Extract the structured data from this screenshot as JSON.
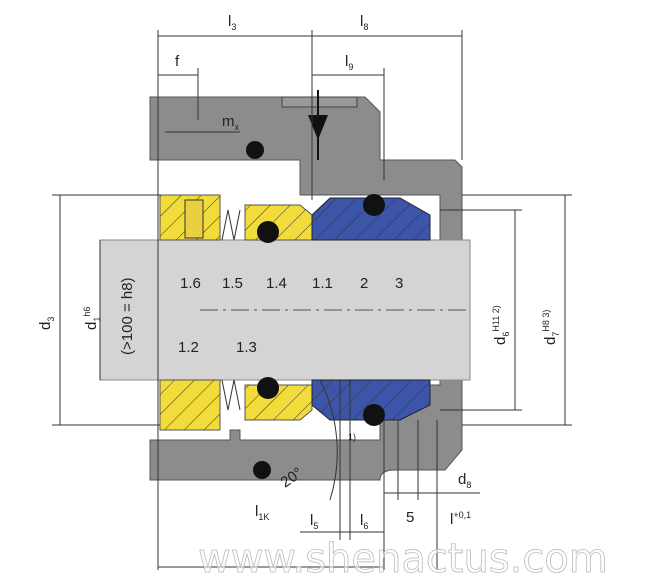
{
  "colors": {
    "housing": "#8c8c8c",
    "shaft": "#d4d4d4",
    "rotating": "#f2dc3c",
    "seat": "#3d55a8",
    "oring": "#111111"
  },
  "dimensions": {
    "l3": {
      "main": "l",
      "sub": "3"
    },
    "l8": {
      "main": "l",
      "sub": "8"
    },
    "f": "f",
    "l9": {
      "main": "l",
      "sub": "9"
    },
    "mx": {
      "main": "m",
      "sub": "x"
    },
    "d3": {
      "main": "d",
      "sub": "3"
    },
    "d1": {
      "main": "d",
      "sub": "1",
      "tol": "h6"
    },
    "d1_note": "(>100 = h8)",
    "d6": {
      "main": "d",
      "sub": "6",
      "tol": "H11 2)"
    },
    "d7": {
      "main": "d",
      "sub": "7",
      "tol": "H8 3)"
    },
    "d8": {
      "main": "d",
      "sub": "8"
    },
    "angle": "20°",
    "angle_note": "1)",
    "l5": {
      "main": "l",
      "sub": "5"
    },
    "l6": {
      "main": "l",
      "sub": "6"
    },
    "l1k": {
      "main": "l",
      "sub": "1K"
    },
    "five": "5",
    "l_tol": {
      "main": "l",
      "tol": "+0,1"
    }
  },
  "parts": [
    "1.6",
    "1.5",
    "1.4",
    "1.1",
    "2",
    "3",
    "1.2",
    "1.3"
  ],
  "watermark": "www.shenactus.com"
}
